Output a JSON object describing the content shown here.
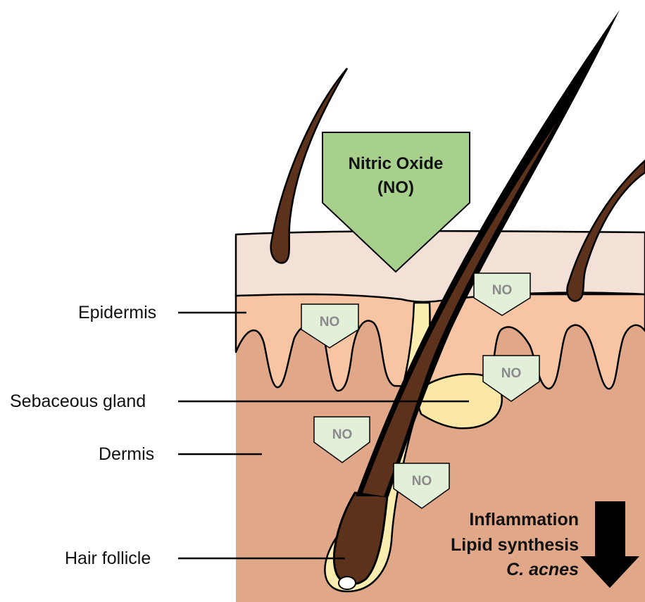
{
  "labels": {
    "epidermis": "Epidermis",
    "sebaceous_gland": "Sebaceous gland",
    "dermis": "Dermis",
    "hair_follicle": "Hair follicle"
  },
  "nitric_oxide": {
    "line1": "Nitric Oxide",
    "line2": "(NO)"
  },
  "no_marker": "NO",
  "effects": [
    "Inflammation",
    "Lipid synthesis",
    "C. acnes"
  ],
  "colors": {
    "stratum": "#f3e0d6",
    "epidermis": "#f8c5a4",
    "dermis": "#e0a888",
    "hair": "#5c321c",
    "follicle_sheath": "#fbedb0",
    "gland": "#fbe8a6",
    "nitric_arrow": "#a8d08d",
    "no_marker": "#e2efd9",
    "down_arrow": "#000000"
  }
}
